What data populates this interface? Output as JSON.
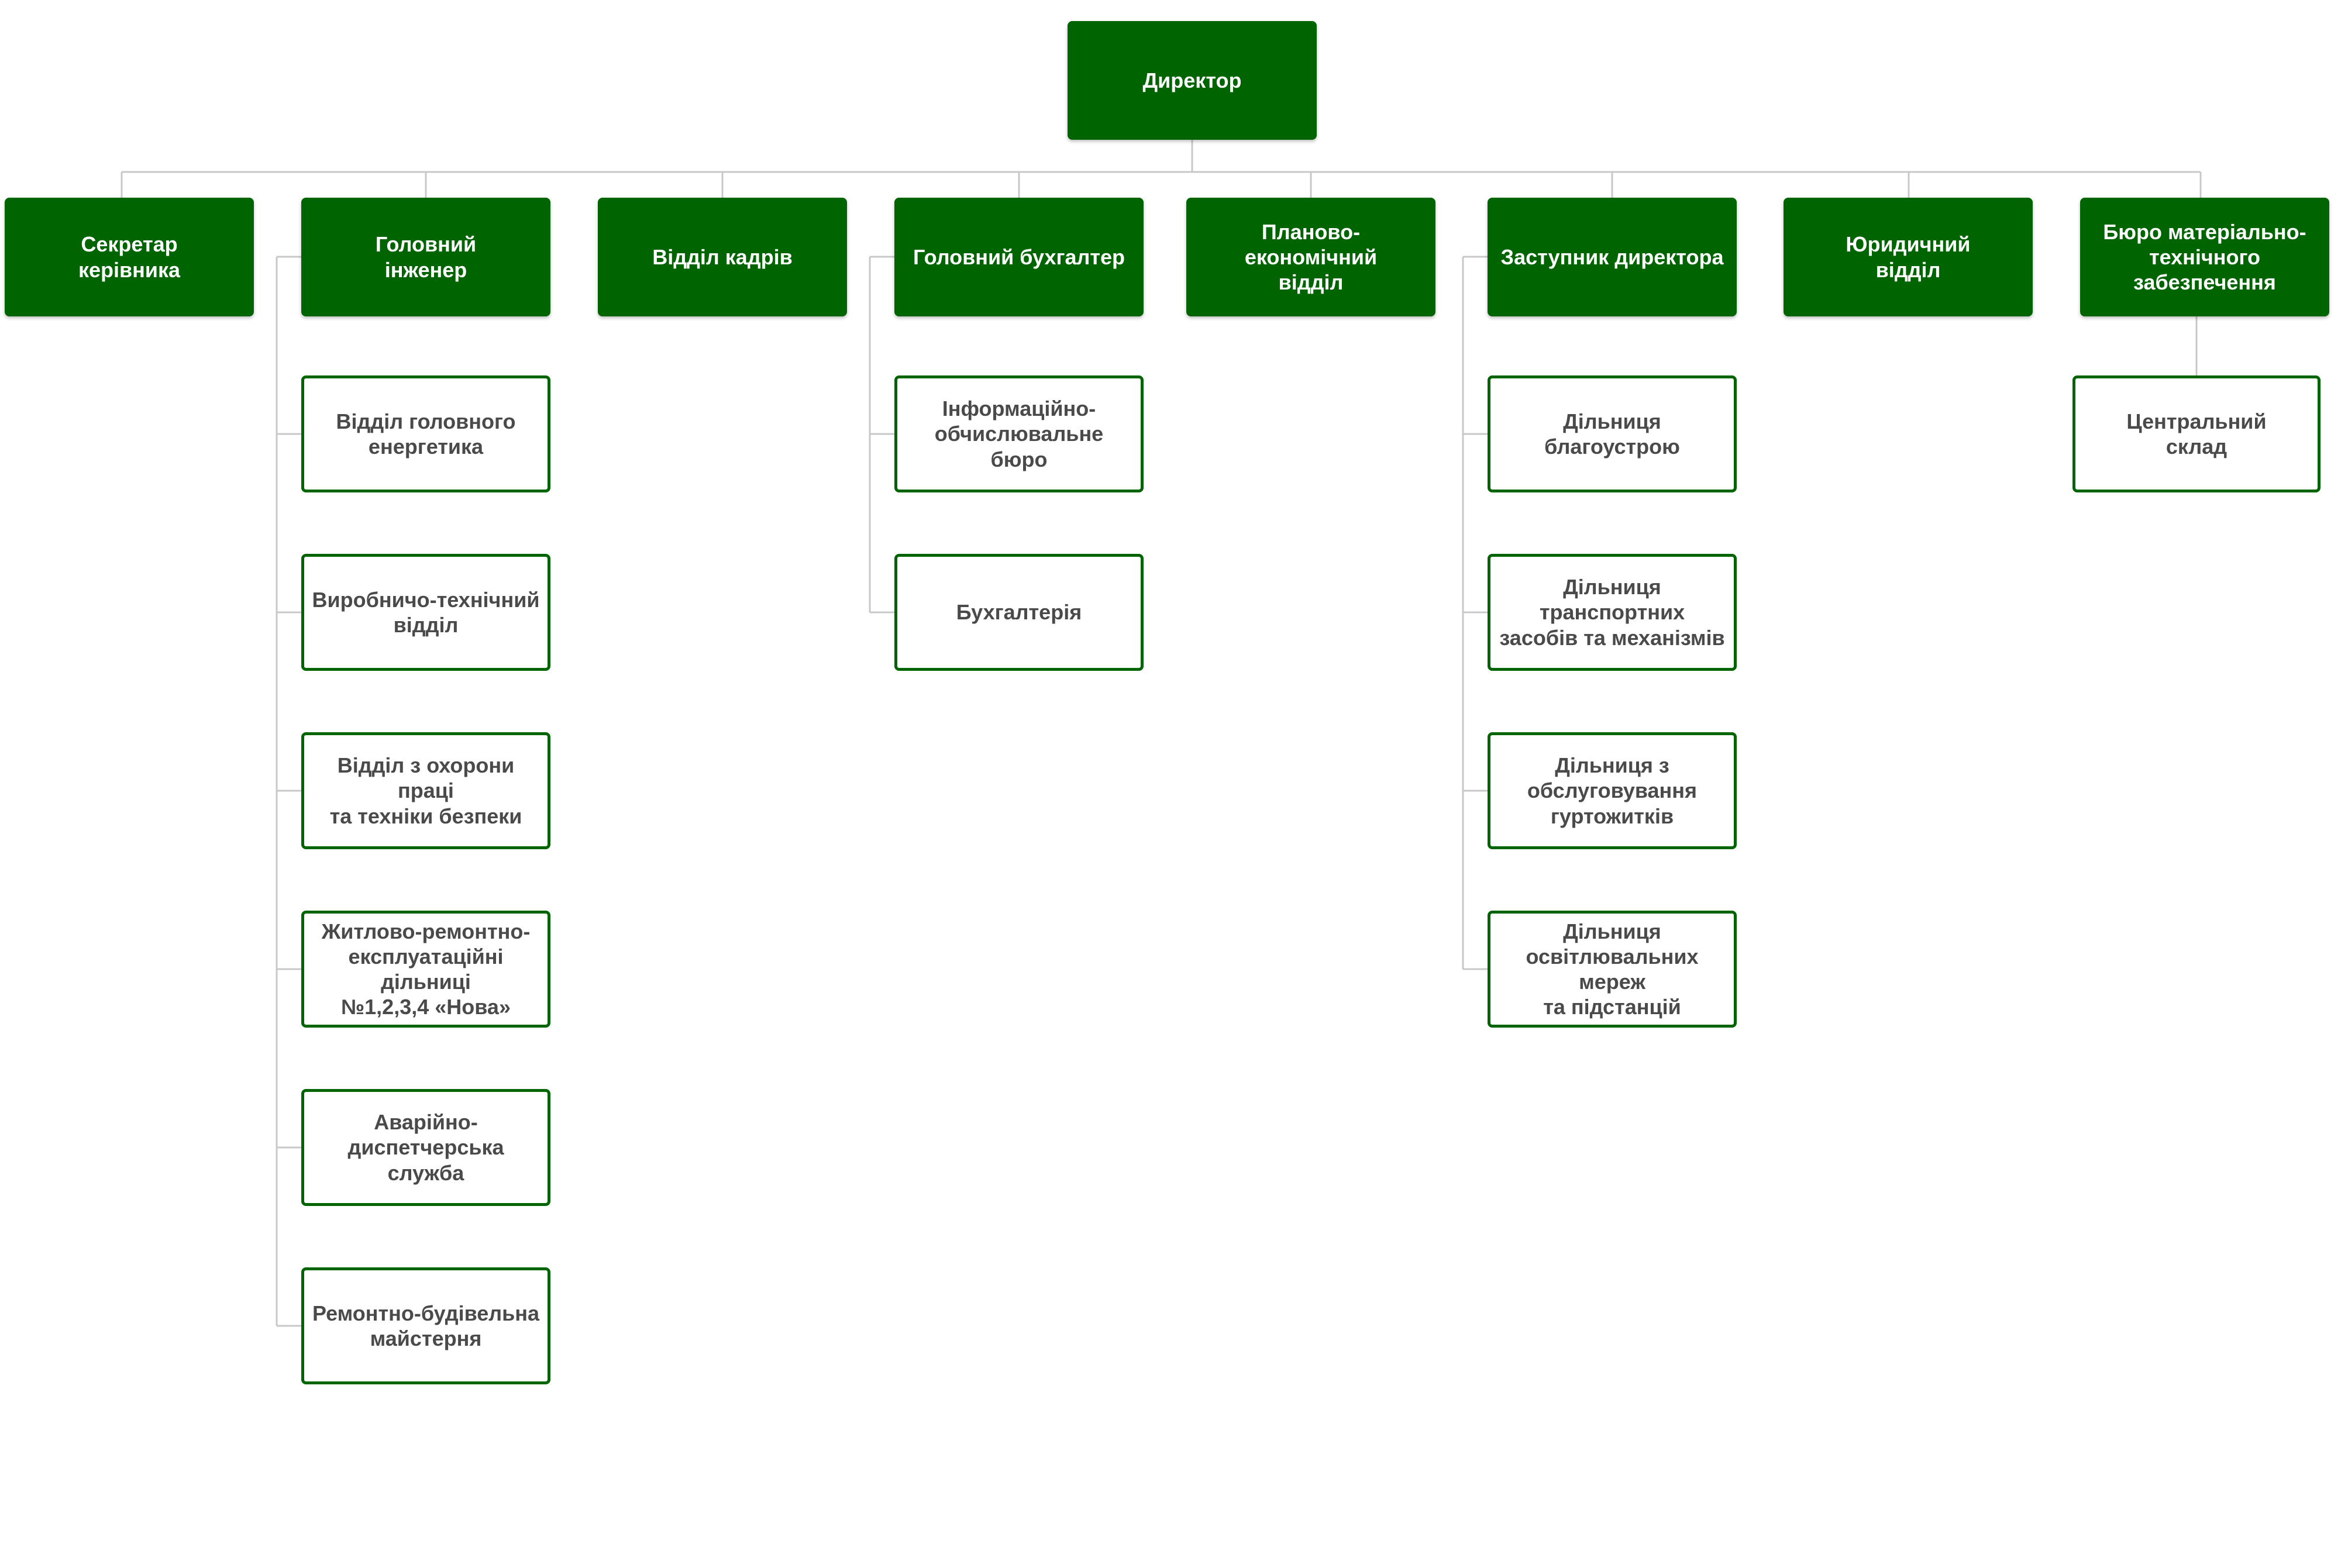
{
  "colors": {
    "accent": "#006400",
    "connector": "#c8c8c8",
    "child_text": "#4a4a4a"
  },
  "root": "Директор",
  "departments": [
    {
      "label": "Секретар\nкерівника",
      "children": []
    },
    {
      "label": "Головний\nінженер",
      "children": [
        "Відділ головного\nенергетика",
        "Виробничо-технічний\nвідділ",
        "Відділ з охорони праці\nта техніки безпеки",
        "Житлово-ремонтно-\nексплуатаційні дільниці\n№1,2,3,4 «Нова»",
        "Аварійно-диспетчерська\nслужба",
        "Ремонтно-будівельна\nмайстерня"
      ]
    },
    {
      "label": "Відділ кадрів",
      "children": []
    },
    {
      "label": "Головний бухгалтер",
      "children": [
        "Інформаційно-\nобчислювальне\nбюро",
        "Бухгалтерія"
      ]
    },
    {
      "label": "Планово-\nекономічний\nвідділ",
      "children": []
    },
    {
      "label": "Заступник директора",
      "children": [
        "Дільниця\nблагоустрою",
        "Дільниця транспортних\nзасобів та механізмів",
        "Дільниця з\nобслуговування\nгуртожитків",
        "Дільниця\nосвітлювальних мереж\nта підстанцій"
      ]
    },
    {
      "label": "Юридичний\nвідділ",
      "children": []
    },
    {
      "label": "Бюро матеріально-\nтехнічного\nзабезпечення",
      "children": [
        "Центральний\nсклад"
      ]
    }
  ]
}
